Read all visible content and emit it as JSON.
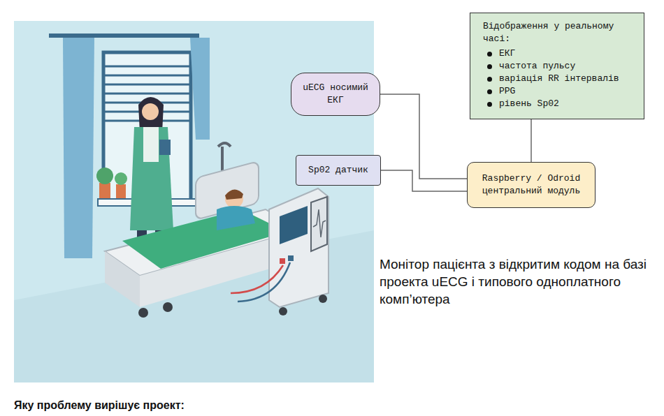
{
  "diagram": {
    "caption": "Монітор пацієнта з відкритим кодом на базі проекта uECG і типового одноплатного комп’ютера",
    "nodes": [
      {
        "text": [
          "Відображення у реальному часі:",
          "ЕКГ",
          "частота пульсу",
          "варіація RR інтервалів",
          "PPG",
          "рівень Sp02"
        ]
      },
      {
        "text": [
          "uECG носимий ЕКГ"
        ]
      },
      {
        "text": [
          "Sp02 датчик"
        ]
      },
      {
        "text": [
          "Raspberry / Odroid центральний модуль"
        ]
      }
    ],
    "edges": [
      {
        "from": 1,
        "to": 3,
        "arrow": "none"
      },
      {
        "from": 2,
        "to": 3,
        "arrow": "none"
      },
      {
        "from": 3,
        "to": 0,
        "arrow": "none"
      }
    ],
    "labels": [
      "Яку проблему вирішує проект:"
    ]
  }
}
